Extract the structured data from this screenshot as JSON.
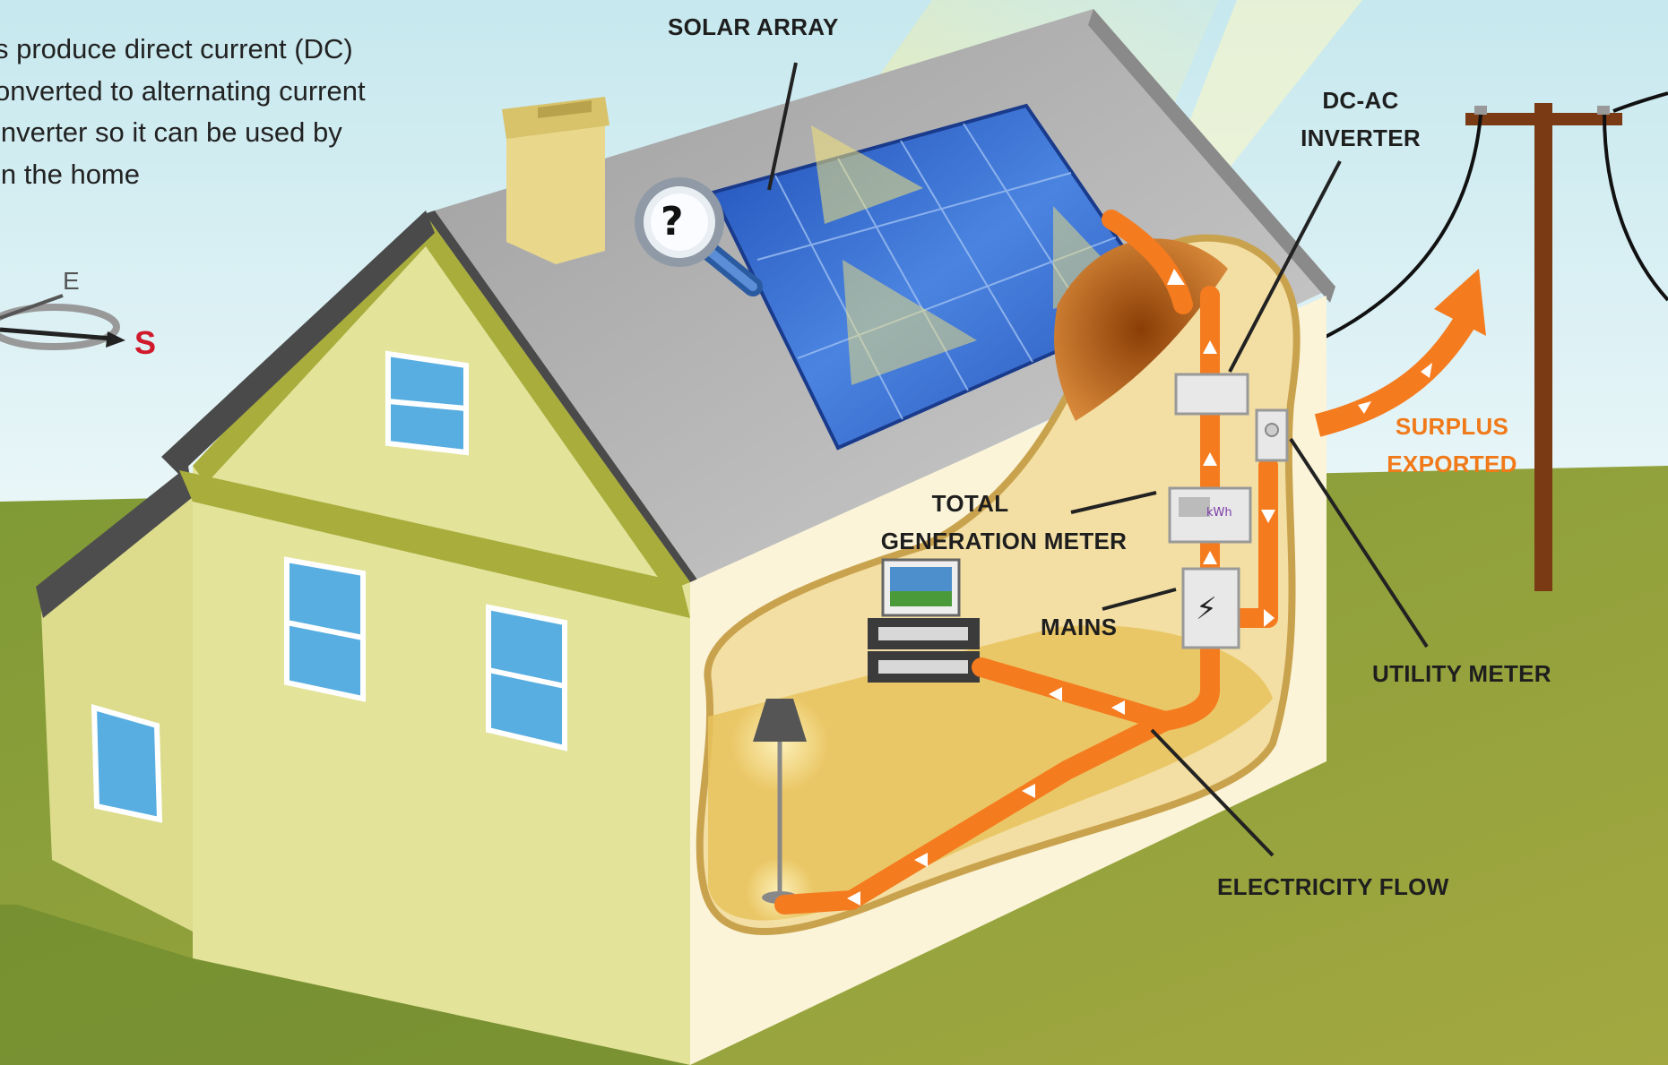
{
  "intro_text": {
    "line1": "s produce direct current (DC)",
    "line2": "onverted to alternating current",
    "line3": " inverter so it can be used by",
    "line4": " in the home"
  },
  "compass": {
    "east": "E",
    "south": "S"
  },
  "labels": {
    "solar_array": "SOLAR ARRAY",
    "inverter_line1": "DC-AC",
    "inverter_line2": "INVERTER",
    "surplus_line1": "SURPLUS",
    "surplus_line2": "EXPORTED",
    "total_meter_line1": "TOTAL",
    "total_meter_line2": "GENERATION METER",
    "mains": "MAINS",
    "utility_meter": "UTILITY METER",
    "electricity_flow": "ELECTRICITY FLOW"
  },
  "meter_display": "kWh",
  "magnifier_symbol": "?",
  "mains_symbol": "⚡",
  "colors": {
    "sky": "#cfeaf0",
    "grass": "#93a63e",
    "house_wall": "#e3e39a",
    "roof": "#b7b7b7",
    "solar_panel": "#2f62c9",
    "flow_arrow": "#f57b1f",
    "interior": "#f3dfa3"
  }
}
